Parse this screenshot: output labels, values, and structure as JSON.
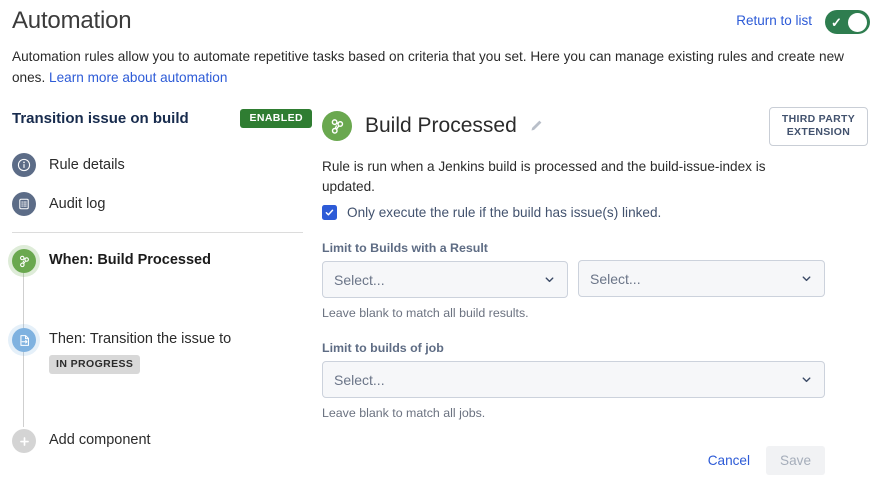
{
  "header": {
    "title": "Automation",
    "return_link": "Return to list",
    "toggle_state": "on",
    "toggle_icon": "check-icon"
  },
  "intro": {
    "text": "Automation rules allow you to automate repetitive tasks based on criteria that you set. Here you can manage existing rules and create new ones. ",
    "link": "Learn more about automation"
  },
  "sidebar": {
    "rule_name": "Transition issue on build",
    "status_badge": "ENABLED",
    "nav": [
      {
        "label": "Rule details",
        "icon": "info-icon"
      },
      {
        "label": "Audit log",
        "icon": "list-document-icon"
      }
    ],
    "tree": [
      {
        "label": "When: Build Processed",
        "icon": "jenkins-build-icon",
        "chip": null
      },
      {
        "label": "Then: Transition the issue to",
        "icon": "transition-document-icon",
        "chip": "IN PROGRESS"
      },
      {
        "label": "Add component",
        "icon": "plus-icon",
        "chip": null
      }
    ]
  },
  "panel": {
    "icon": "jenkins-build-icon",
    "title": "Build Processed",
    "edit_icon": "pencil-icon",
    "extension_badge_line1": "THIRD PARTY",
    "extension_badge_line2": "EXTENSION",
    "description": "Rule is run when a Jenkins build is processed and the build-issue-index is updated.",
    "checkbox": {
      "label": "Only execute the rule if the build has issue(s) linked.",
      "checked": true
    },
    "fields": [
      {
        "label": "Limit to Builds with a Result",
        "hint": "Leave blank to match all build results.",
        "selects": [
          "Select...",
          "Select..."
        ]
      },
      {
        "label": "Limit to builds of job",
        "hint": "Leave blank to match all jobs.",
        "selects": [
          "Select..."
        ]
      }
    ],
    "actions": {
      "cancel": "Cancel",
      "save": "Save",
      "save_disabled": true
    }
  },
  "colors": {
    "link": "#2d5bd7",
    "enabled_green": "#2f7d32",
    "toggle_green": "#2e7d4f",
    "checkbox_blue": "#2d5bd7",
    "icon_slate": "#5c6c87",
    "icon_green": "#6aa84f",
    "icon_blue": "#7fb2e0",
    "chip_grey": "#d8d8d8"
  }
}
